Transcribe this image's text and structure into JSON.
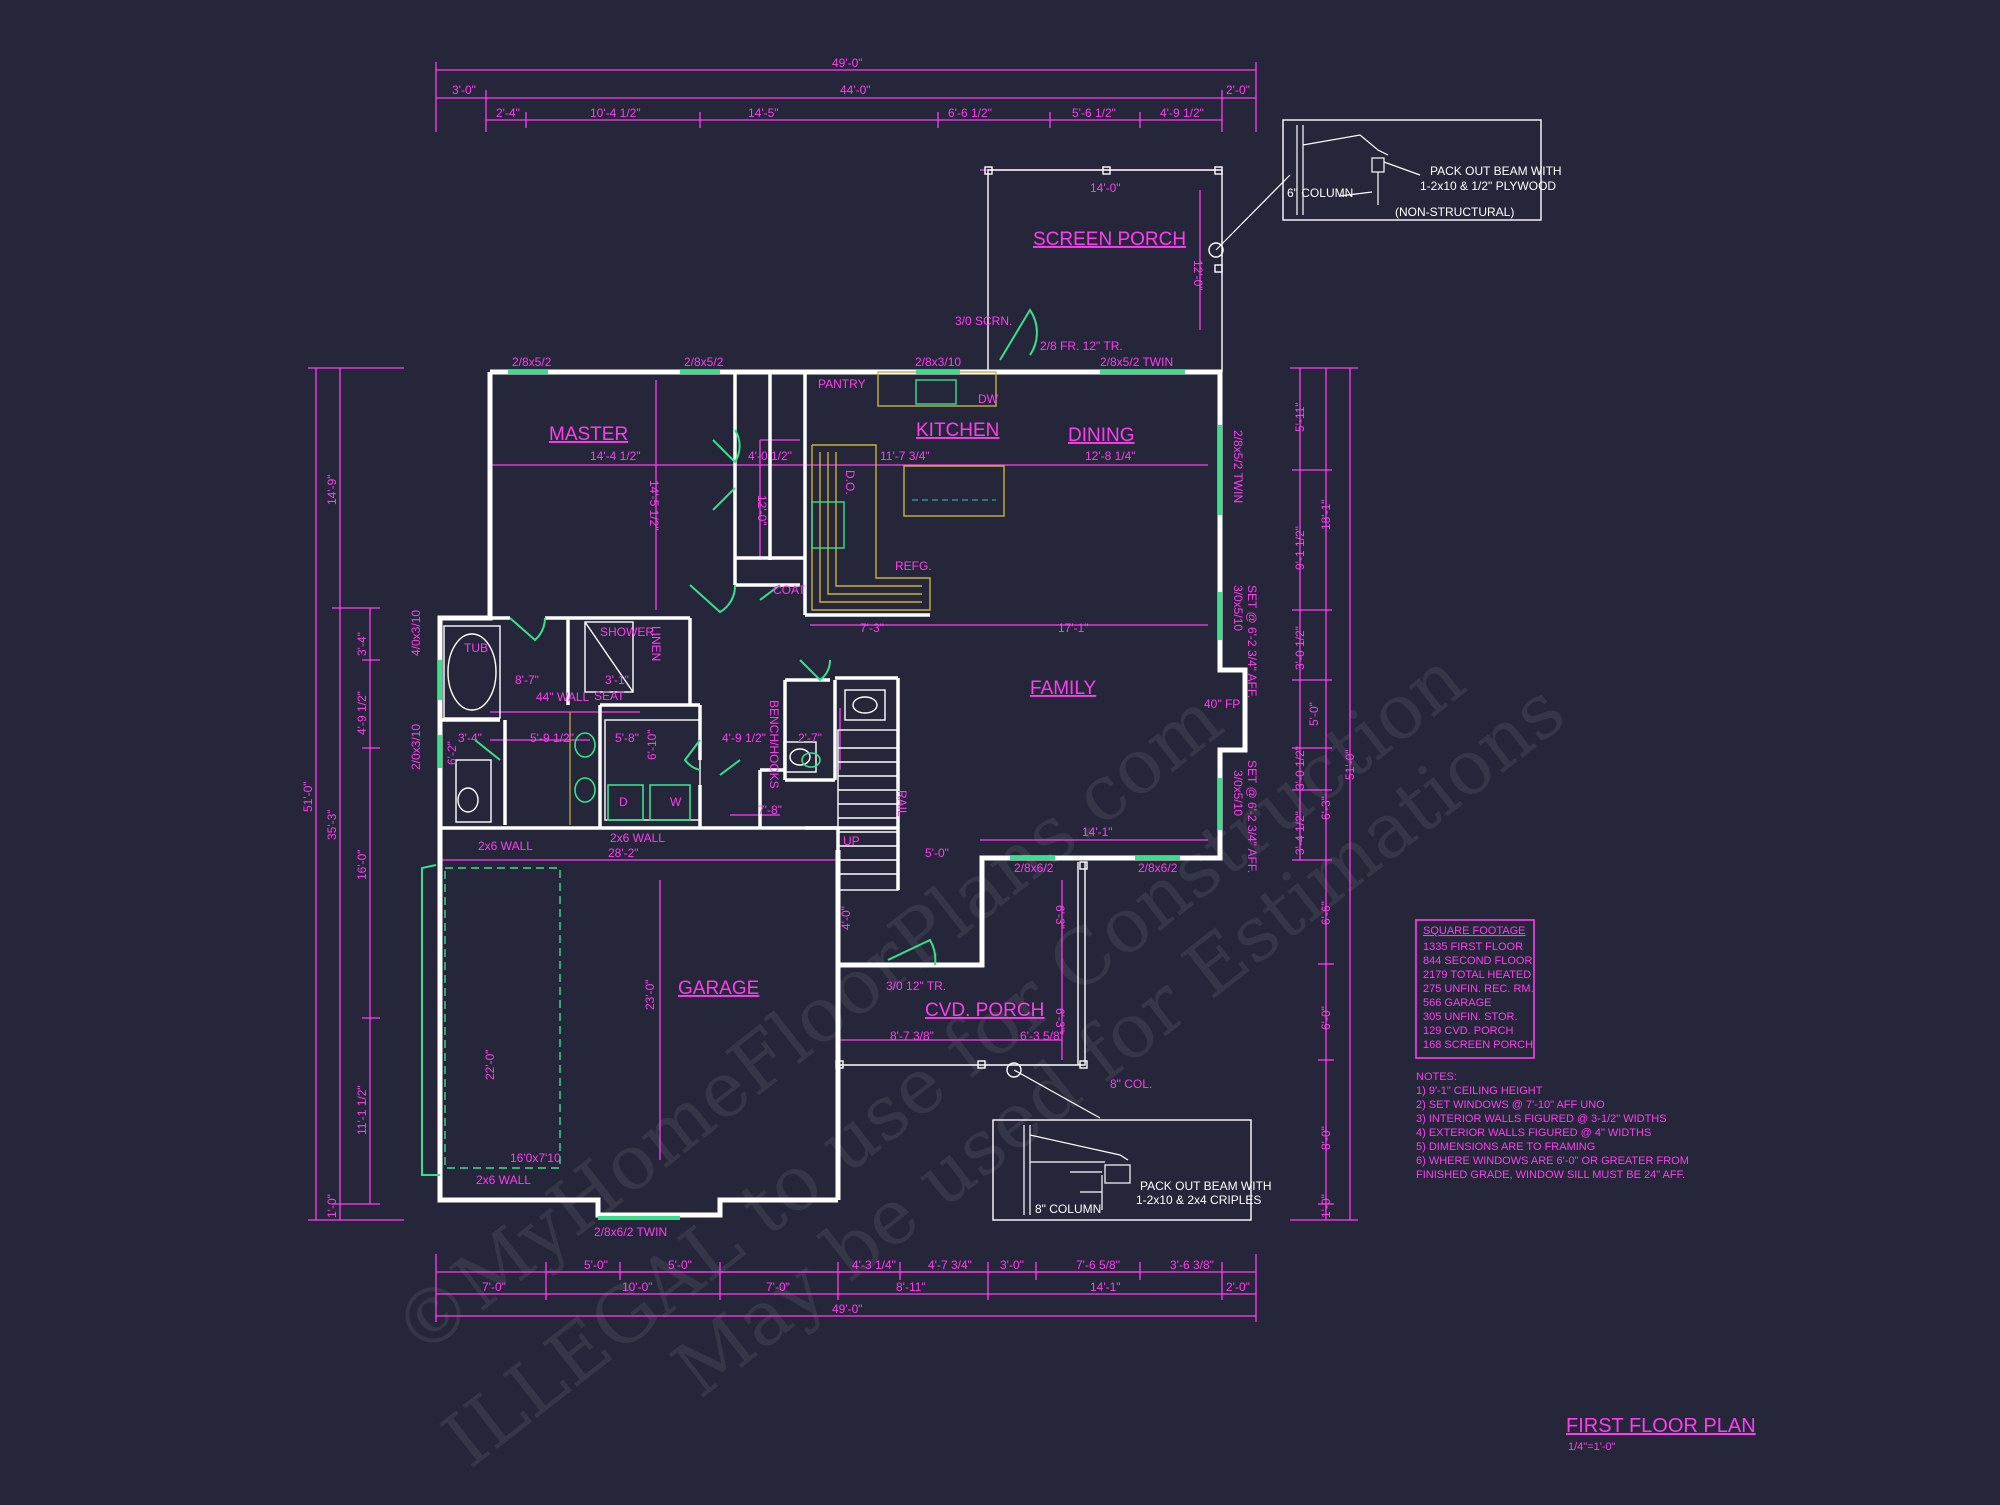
{
  "title": "FIRST FLOOR PLAN",
  "scale": "1/4\"=1'-0\"",
  "watermark": {
    "line1": "©MyHomeFloorPlans.com",
    "line2": "ILLEGAL to use for Construction",
    "line3": "May be used for Estimations"
  },
  "rooms": {
    "screen_porch": "SCREEN PORCH",
    "master": "MASTER",
    "kitchen": "KITCHEN",
    "dining": "DINING",
    "family": "FAMILY",
    "garage": "GARAGE",
    "cvd_porch": "CVD. PORCH"
  },
  "labels": {
    "pantry": "PANTRY",
    "dw": "DW",
    "do": "D.O.",
    "refg": "REFG.",
    "coat": "COAT",
    "tub": "TUB",
    "shower": "SHOWER",
    "linen": "LINEN",
    "seat": "SEAT",
    "wall44": "44\" WALL",
    "bench_hooks": "BENCH/HOOKS",
    "rail": "RAIL",
    "up": "UP",
    "dryer": "D",
    "washer": "W",
    "fp": "40\" FP",
    "wall_2x6_a": "2x6 WALL",
    "wall_2x6_b": "2x6 WALL",
    "wall_2x6_c": "2x6 WALL",
    "col8": "8\" COL.",
    "garage_door": "16'0x7'10",
    "scrn_door": "3/0 SCRN.",
    "fr_door": "2/8 FR. 12\" TR.",
    "tr_door": "3/0 12\" TR."
  },
  "windows": {
    "w1": "2/8x5/2",
    "w2": "2/8x5/2",
    "w3": "2/8x3/10",
    "w4": "2/8x5/2 TWIN",
    "w5": "2/8x5/2 TWIN",
    "w6": "3/0x5/10",
    "w7": "3/0x5/10",
    "w8": "2/8x6/2",
    "w9": "2/8x6/2",
    "w10": "2/8x6/2 TWIN",
    "w11": "4/0x3/10",
    "w12": "2/0x3/10",
    "set1": "SET @ 6'-2 3/4\" AFF.",
    "set2": "SET @ 6'-2 3/4\" AFF."
  },
  "interior_dims": {
    "master_w": "14'-4 1/2\"",
    "master_d": "14'-5 1/2\"",
    "kitchen_w": "11'-7 3/4\"",
    "dining_w": "12'-8 1/4\"",
    "family_w": "17'-1\"",
    "family_w2": "14'-1\"",
    "garage_w": "28'-2\"",
    "garage_d": "23'-0\"",
    "porch_w": "14'-0\"",
    "porch_d": "12'-0\"",
    "cvd_w1": "8'-7 3/8\"",
    "cvd_w2": "6'-3 5/8\"",
    "cvd_d": "6'-3\"",
    "cvd_d2": "6'-3\"",
    "closet_w": "4'-0 1/2\"",
    "closet_d": "12'-0\"",
    "bath_w": "8'-7\"",
    "d_a": "3'-1\"",
    "d_b": "5'-9 1/2\"",
    "d_c": "5'-8\"",
    "d_d": "4'-9 1/2\"",
    "d_e": "2'-7\"",
    "d_f": "7'-8\"",
    "d_g": "7'-3\"",
    "d_h": "5'-0\"",
    "d_i": "3'-4\"",
    "d_j": "6'-2\"",
    "d_k": "6'-10\"",
    "d_l": "22'-0\"",
    "d_m": "4'-0\""
  },
  "top_dims": {
    "overall": "49'-0\"",
    "row2": [
      "3'-0\"",
      "44'-0\"",
      "2'-0\""
    ],
    "row3": [
      "2'-4\"",
      "10'-4 1/2\"",
      "14'-5\"",
      "6'-6 1/2\"",
      "5'-6 1/2\"",
      "4'-9 1/2\""
    ]
  },
  "bottom_dims": {
    "row1": [
      "5'-0\"",
      "5'-0\"",
      "4'-3 1/4\"",
      "4'-7 3/4\"",
      "3'-0\"",
      "7'-6 5/8\"",
      "3'-6 3/8\""
    ],
    "row2": [
      "7'-0\"",
      "10'-0\"",
      "7'-0\"",
      "8'-11\"",
      "14'-1\"",
      "2'-0\""
    ],
    "overall": "49'-0\""
  },
  "left_dims": {
    "overall": "51'-0\"",
    "top": "14'-9\"",
    "mid": "35'-3\"",
    "bottom": "1'-0\"",
    "row": [
      "3'-4\"",
      "4'-9 1/2\"",
      "16'-0\"",
      "11'-1 1/2\""
    ]
  },
  "right_dims": {
    "overall": "51'-0\"",
    "row_a": [
      "5'-11\"",
      "9'-1 1/2\"",
      "3'-0 1/2\"",
      "5'-0\"",
      "3'-0 1/2\"",
      "3'-4 1/2\""
    ],
    "row_b": [
      "18'-1\"",
      "6'-3\"",
      "6'-6\"",
      "6'-0\"",
      "8'-0\"",
      "1'-0\""
    ]
  },
  "details": {
    "top_note1": "PACK OUT BEAM WITH",
    "top_note2": "1-2x10 & 1/2\" PLYWOOD",
    "top_column": "6\" COLUMN",
    "top_ns": "(NON-STRUCTURAL)",
    "bot_note1": "PACK OUT BEAM WITH",
    "bot_note2": "1-2x10 & 2x4 CRIPLES",
    "bot_column": "8\" COLUMN"
  },
  "square_footage": {
    "heading": "SQUARE FOOTAGE",
    "items": [
      "1335 FIRST FLOOR",
      "844 SECOND FLOOR",
      "2179 TOTAL HEATED",
      "275 UNFIN. REC. RM.",
      "566 GARAGE",
      "305 UNFIN. STOR.",
      "129 CVD. PORCH",
      "168 SCREEN PORCH"
    ]
  },
  "notes": {
    "heading": "NOTES:",
    "items": [
      "1) 9'-1\" CEILING HEIGHT",
      "2) SET WINDOWS @ 7'-10\" AFF UNO",
      "3) INTERIOR WALLS FIGURED @ 3-1/2\" WIDTHS",
      "4) EXTERIOR WALLS FIGURED @ 4\" WIDTHS",
      "5) DIMENSIONS ARE TO FRAMING",
      "6) WHERE WINDOWS ARE 6'-0\" OR GREATER FROM",
      "    FINISHED GRADE, WINDOW SILL MUST BE 24\" AFF."
    ]
  }
}
